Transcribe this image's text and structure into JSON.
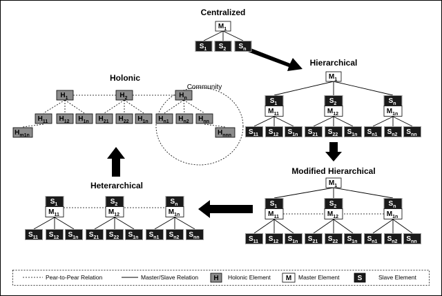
{
  "titles": {
    "centralized": "Centralized",
    "hierarchical": "Hierarchical",
    "modified_hierarchical": "Modified Hierarchical",
    "heterarchical": "Heterarchical",
    "holonic": "Holonic",
    "community": "Community"
  },
  "centralized": {
    "master": {
      "letter": "M",
      "sub": "1"
    },
    "slaves": [
      {
        "letter": "S",
        "sub": "1"
      },
      {
        "letter": "S",
        "sub": "2"
      },
      {
        "letter": "S",
        "sub": "n"
      }
    ]
  },
  "hierarchical": {
    "master": {
      "letter": "M",
      "sub": "1"
    },
    "groups": [
      {
        "slave": {
          "letter": "S",
          "sub": "1"
        },
        "master": {
          "letter": "M",
          "sub": "11"
        },
        "children": [
          {
            "letter": "S",
            "sub": "11"
          },
          {
            "letter": "S",
            "sub": "12"
          },
          {
            "letter": "S",
            "sub": "1n"
          }
        ]
      },
      {
        "slave": {
          "letter": "S",
          "sub": "2"
        },
        "master": {
          "letter": "M",
          "sub": "12"
        },
        "children": [
          {
            "letter": "S",
            "sub": "21"
          },
          {
            "letter": "S",
            "sub": "22"
          },
          {
            "letter": "S",
            "sub": "1n"
          }
        ]
      },
      {
        "slave": {
          "letter": "S",
          "sub": "n"
        },
        "master": {
          "letter": "M",
          "sub": "1n"
        },
        "children": [
          {
            "letter": "S",
            "sub": "n1"
          },
          {
            "letter": "S",
            "sub": "n2"
          },
          {
            "letter": "S",
            "sub": "nn"
          }
        ]
      }
    ]
  },
  "modified_hierarchical": {
    "master": {
      "letter": "M",
      "sub": "1"
    },
    "groups": [
      {
        "slave": {
          "letter": "S",
          "sub": "1"
        },
        "master": {
          "letter": "M",
          "sub": "11"
        },
        "children": [
          {
            "letter": "S",
            "sub": "11"
          },
          {
            "letter": "S",
            "sub": "12"
          },
          {
            "letter": "S",
            "sub": "1n"
          }
        ]
      },
      {
        "slave": {
          "letter": "S",
          "sub": "2"
        },
        "master": {
          "letter": "M",
          "sub": "12"
        },
        "children": [
          {
            "letter": "S",
            "sub": "21"
          },
          {
            "letter": "S",
            "sub": "22"
          },
          {
            "letter": "S",
            "sub": "1n"
          }
        ]
      },
      {
        "slave": {
          "letter": "S",
          "sub": "n"
        },
        "master": {
          "letter": "M",
          "sub": "1n"
        },
        "children": [
          {
            "letter": "S",
            "sub": "n1"
          },
          {
            "letter": "S",
            "sub": "n2"
          },
          {
            "letter": "S",
            "sub": "nn"
          }
        ]
      }
    ]
  },
  "heterarchical": {
    "groups": [
      {
        "slave": {
          "letter": "S",
          "sub": "1"
        },
        "master": {
          "letter": "M",
          "sub": "11"
        },
        "children": [
          {
            "letter": "S",
            "sub": "11"
          },
          {
            "letter": "S",
            "sub": "12"
          },
          {
            "letter": "S",
            "sub": "1n"
          }
        ]
      },
      {
        "slave": {
          "letter": "S",
          "sub": "2"
        },
        "master": {
          "letter": "M",
          "sub": "12"
        },
        "children": [
          {
            "letter": "S",
            "sub": "21"
          },
          {
            "letter": "S",
            "sub": "22"
          },
          {
            "letter": "S",
            "sub": "1n"
          }
        ]
      },
      {
        "slave": {
          "letter": "S",
          "sub": "n"
        },
        "master": {
          "letter": "M",
          "sub": "1n"
        },
        "children": [
          {
            "letter": "S",
            "sub": "n1"
          },
          {
            "letter": "S",
            "sub": "n2"
          },
          {
            "letter": "S",
            "sub": "nn"
          }
        ]
      }
    ]
  },
  "holonic": {
    "top": [
      {
        "letter": "H",
        "sub": "1"
      },
      {
        "letter": "H",
        "sub": "2"
      },
      {
        "letter": "H",
        "sub": "n"
      }
    ],
    "mid": [
      {
        "letter": "H",
        "sub": "11"
      },
      {
        "letter": "H",
        "sub": "12"
      },
      {
        "letter": "H",
        "sub": "1n"
      },
      {
        "letter": "H",
        "sub": "21"
      },
      {
        "letter": "H",
        "sub": "22"
      },
      {
        "letter": "H",
        "sub": "1n"
      },
      {
        "letter": "H",
        "sub": "n1"
      },
      {
        "letter": "H",
        "sub": "n2"
      },
      {
        "letter": "H",
        "sub": "nn"
      }
    ],
    "bottom": [
      {
        "letter": "H",
        "sub": "m1n"
      },
      {
        "letter": "H",
        "sub": "nnn"
      }
    ]
  },
  "legend": {
    "peer_relation": "Pear-to-Pear Relation",
    "master_slave_relation": "Master/Slave Relation",
    "holonic_symbol": "H",
    "holonic_label": "Holonic Element",
    "master_symbol": "M",
    "master_label": "Master Element",
    "slave_symbol": "S",
    "slave_label": "Slave Element"
  },
  "colors": {
    "slave_fill": "#1a1a1a",
    "master_fill": "#ffffff",
    "holonic_fill": "#8c8c8c",
    "arrow": "#000000"
  }
}
